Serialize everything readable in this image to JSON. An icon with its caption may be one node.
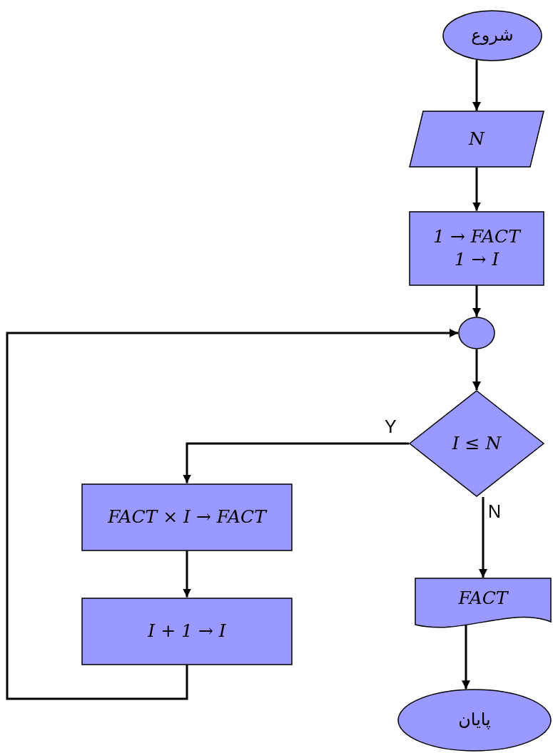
{
  "diagram": {
    "nodes": [
      {
        "text": [
          "شروع"
        ]
      },
      {
        "text": [
          "N"
        ]
      },
      {
        "text": [
          "1 → FACT",
          "1 → I"
        ]
      },
      {
        "text": [],
        "shape": "circle"
      },
      {
        "text": [
          "I ≤ N"
        ]
      },
      {
        "text": [
          "FACT × I → FACT"
        ]
      },
      {
        "text": [
          "I + 1 → I"
        ]
      },
      {
        "text": [
          "FACT"
        ]
      },
      {
        "text": [
          "پایان"
        ]
      }
    ],
    "edges": [
      {
        "from": 0,
        "to": 1,
        "arrow": "to"
      },
      {
        "from": 1,
        "to": 2,
        "arrow": "to"
      },
      {
        "from": 2,
        "to": 3,
        "arrow": "to"
      },
      {
        "from": 3,
        "to": 4,
        "arrow": "to"
      },
      {
        "from": 4,
        "to": 5,
        "arrow": "to",
        "label": "Y"
      },
      {
        "from": 5,
        "to": 6,
        "arrow": "to"
      },
      {
        "from": 6,
        "to": 3,
        "arrow": "to"
      },
      {
        "from": 4,
        "to": 7,
        "arrow": "to",
        "label": "N"
      },
      {
        "from": 7,
        "to": 8,
        "arrow": "to"
      }
    ]
  }
}
